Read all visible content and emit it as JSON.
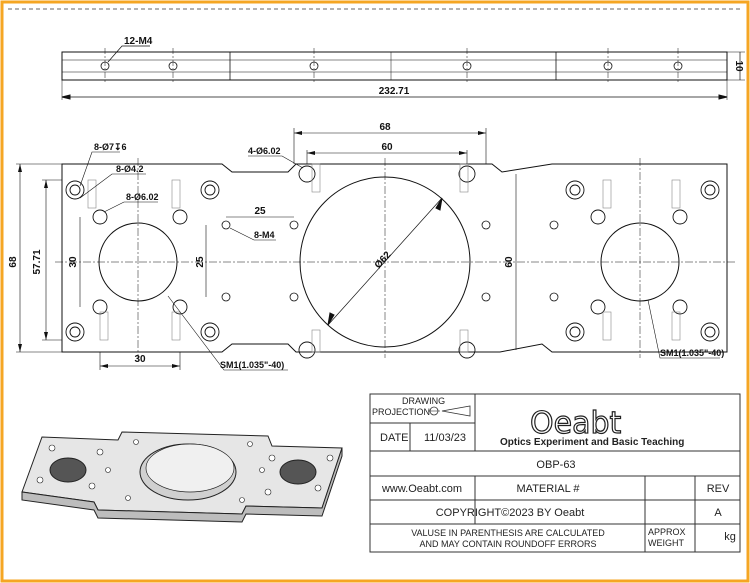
{
  "colors": {
    "border": "#f5a623",
    "ink": "#111111",
    "hatch": "#999999",
    "iso_fill": "#dcdcdc"
  },
  "top_view": {
    "thread_note": "12-M4",
    "thickness": "10",
    "length": "232.71"
  },
  "front_view": {
    "holes_7": "8-Ø7↧6",
    "holes_4_2": "8-Ø4.2",
    "holes_6_02_left": "8-Ø6.02",
    "holes_6_02_center": "4-Ø6.02",
    "m4_note": "8-M4",
    "dim_68_top": "68",
    "dim_60_top": "60",
    "dim_68_height": "68",
    "dim_57_71": "57.71",
    "dim_30_left": "30",
    "dim_25_h": "25",
    "dim_25_v": "25",
    "dim_30_bottom": "30",
    "dim_60_right": "60",
    "bore_dia": "Ø62",
    "thread_left": "SM1(1.035\"-40)",
    "thread_right": "SM1(1.035\"-40)"
  },
  "title_block": {
    "drawing_projection": "DRAWING\nPROJECTION",
    "date_label": "DATE",
    "date_value": "11/03/23",
    "logo_text": "Oeabt",
    "logo_tagline": "Optics Experiment and Basic Teaching",
    "part_number": "OBP-63",
    "website": "www.Oeabt.com",
    "material_label": "MATERIAL #",
    "rev_label": "REV",
    "rev_value": "A",
    "copyright": "COPYRIGHT©2023 BY Oeabt",
    "note_line1": "VALUSE IN PARENTHESIS ARE CALCULATED",
    "note_line2": "AND MAY CONTAIN ROUNDOFF ERRORS",
    "approx_label": "APPROX",
    "weight_label": "WEIGHT",
    "weight_unit": "kg"
  }
}
